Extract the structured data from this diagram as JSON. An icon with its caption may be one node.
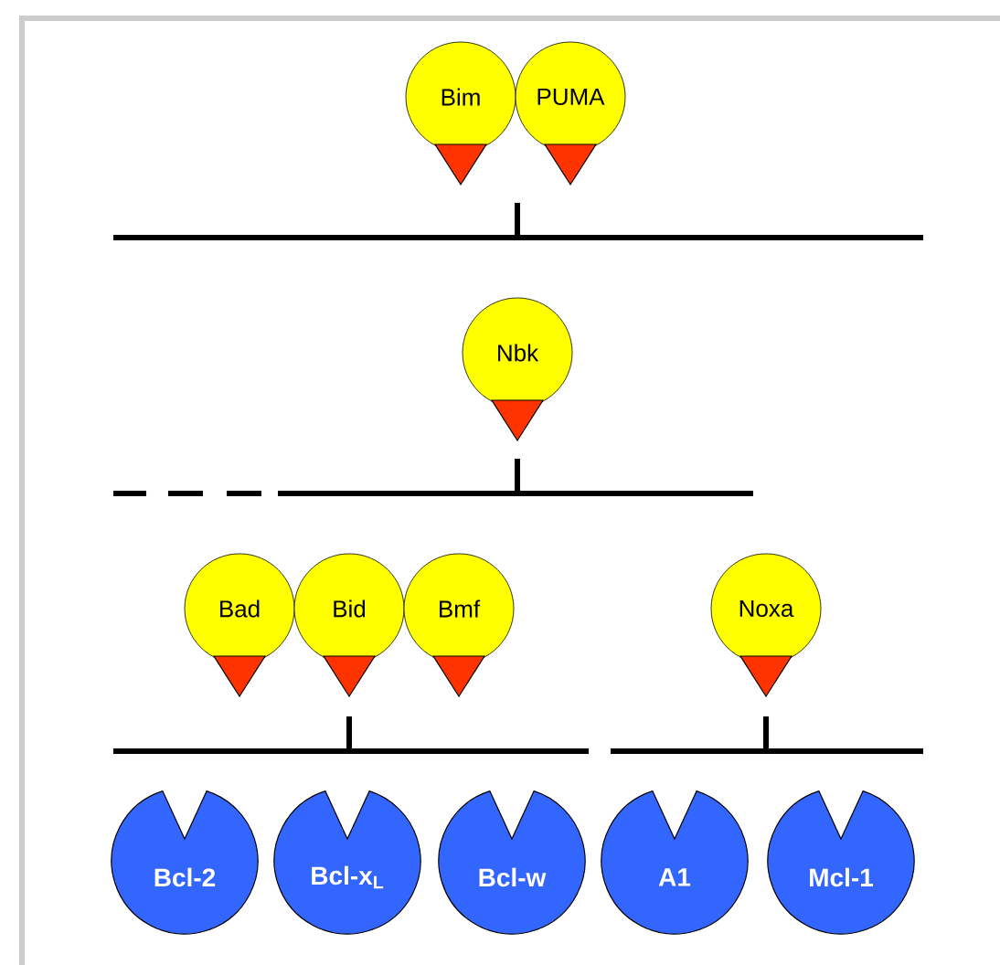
{
  "diagram": {
    "nodes": [
      {
        "text": [
          "Bim"
        ]
      },
      {
        "text": [
          "PUMA"
        ]
      },
      {
        "text": [
          "Nbk"
        ]
      },
      {
        "text": [
          "Bad"
        ]
      },
      {
        "text": [
          "Bid"
        ]
      },
      {
        "text": [
          "Bmf"
        ]
      },
      {
        "text": [
          "Noxa"
        ]
      },
      {
        "text": [
          "Bcl-2"
        ]
      },
      {
        "text": [
          "Bcl-x$_{L}$"
        ]
      },
      {
        "text": [
          "Bcl-w"
        ]
      },
      {
        "text": [
          "A1"
        ]
      },
      {
        "text": [
          "Mcl-1"
        ]
      }
    ]
  }
}
